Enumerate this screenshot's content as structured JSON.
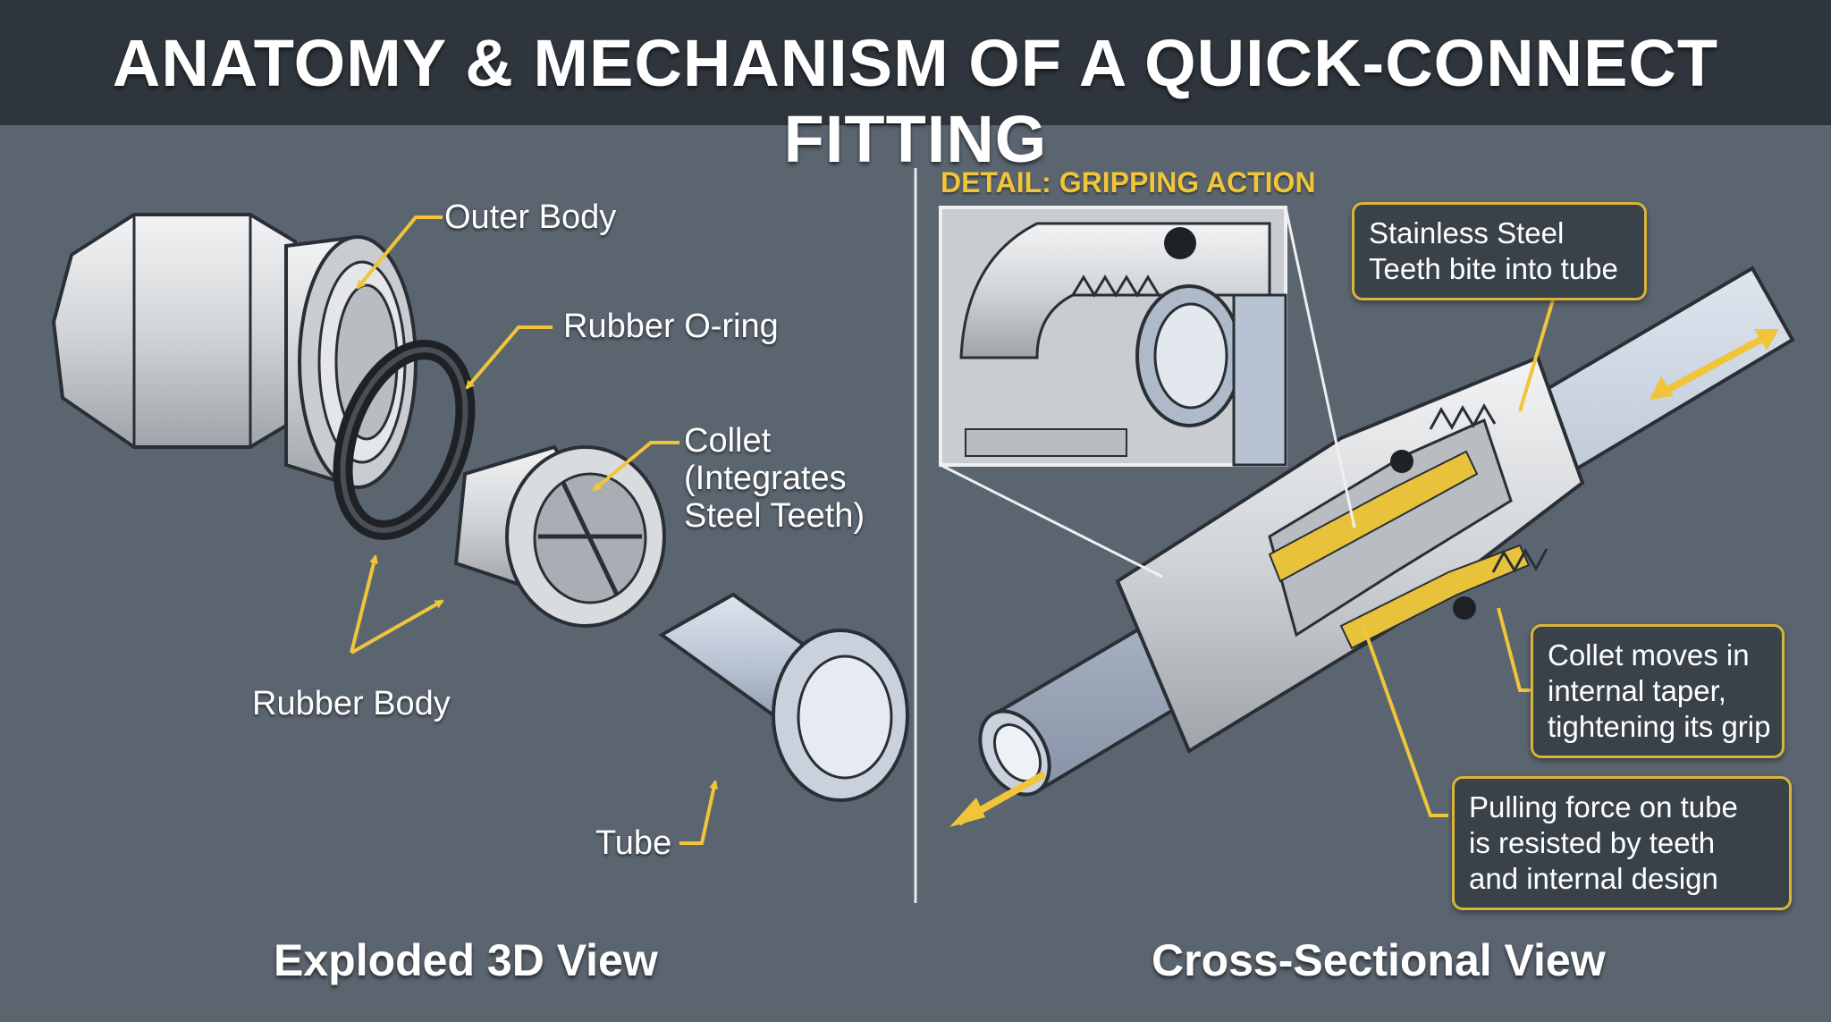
{
  "title": "ANATOMY & MECHANISM OF A QUICK-CONNECT FITTING",
  "exploded_view": {
    "caption": "Exploded 3D View",
    "labels": {
      "outer_body": "Outer Body",
      "o_ring": "Rubber O-ring",
      "collet": [
        "Collet",
        "(Integrates",
        "Steel Teeth)"
      ],
      "rubber_body": "Rubber Body",
      "tube": "Tube"
    }
  },
  "cross_section": {
    "caption": "Cross-Sectional View",
    "detail_title": "DETAIL: GRIPPING ACTION",
    "callouts": {
      "teeth": [
        "Stainless Steel",
        "Teeth bite into tube"
      ],
      "collet": [
        "Collet moves in",
        "internal taper,",
        "tightening its grip"
      ],
      "pulling": [
        "Pulling force on tube",
        "is resisted by teeth",
        "and internal design"
      ]
    }
  },
  "colors": {
    "background": "#5b6570",
    "title_bar": "#2f353c",
    "accent": "#f0c53a",
    "metal": "#d4d6d9",
    "tube": "#aeb9c9"
  }
}
